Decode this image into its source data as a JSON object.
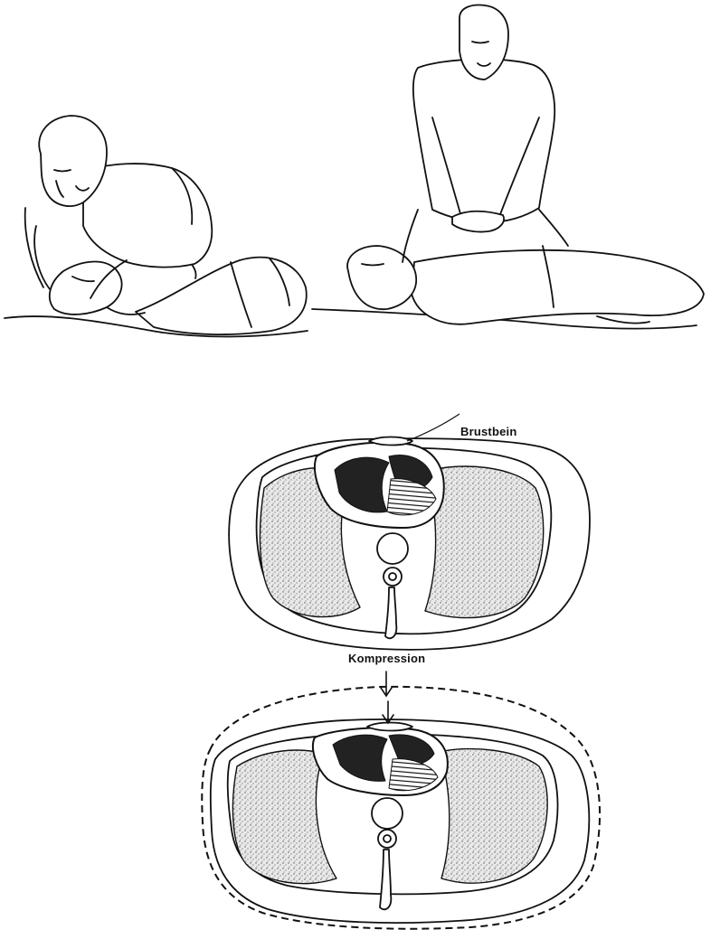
{
  "labels": {
    "sternum": "Brustbein",
    "compression": "Kompression"
  },
  "panels": [
    {
      "id": "rescue-breathing",
      "icon": "rescuer-ventilating-patient-icon"
    },
    {
      "id": "chest-compression",
      "icon": "rescuer-compressing-chest-icon"
    },
    {
      "id": "cross-section-rest",
      "icon": "thorax-cross-section-icon"
    },
    {
      "id": "cross-section-compressed",
      "icon": "thorax-cross-section-compressed-icon"
    }
  ],
  "colors": {
    "ink": "#111111",
    "paper": "#ffffff",
    "lung_stipple": "#9a9a9a"
  }
}
